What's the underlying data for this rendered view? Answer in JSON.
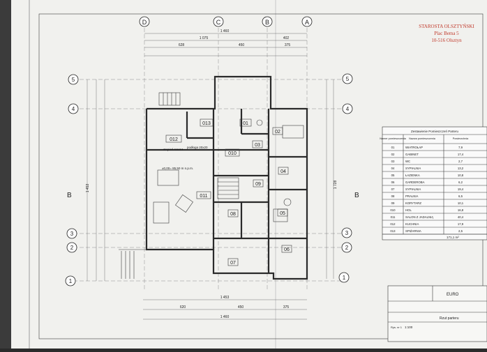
{
  "stamp": {
    "line1": "STAROSTA OLSZTYŃSKI",
    "line2": "Plac Bema 5",
    "line3": "10-516 Olsztyn"
  },
  "grid_axes": {
    "top": [
      "D",
      "C",
      "B",
      "A"
    ],
    "left": [
      "5",
      "4",
      "3",
      "2",
      "1"
    ],
    "right": [
      "5",
      "4",
      "3",
      "2",
      "1"
    ]
  },
  "section_marks": [
    "B",
    "B"
  ],
  "dimensions": {
    "top_total": "1 460",
    "top_parts": [
      "1 075",
      "402"
    ],
    "top_sub": [
      "628",
      "450",
      "375"
    ],
    "bottom_total": "1 460",
    "bottom_parts": [
      "1 453"
    ],
    "bottom_sub": [
      "620",
      "450",
      "375"
    ],
    "left_total": "1 453",
    "right_total": "1 728"
  },
  "rooms": [
    {
      "code": "012"
    },
    {
      "code": "013"
    },
    {
      "code": "010"
    },
    {
      "code": "011"
    },
    {
      "code": "01"
    },
    {
      "code": "02"
    },
    {
      "code": "03"
    },
    {
      "code": "04"
    },
    {
      "code": "05"
    },
    {
      "code": "06"
    },
    {
      "code": "07"
    },
    {
      "code": "08"
    },
    {
      "code": "09"
    }
  ],
  "floor_notes": {
    "stairs": "stopień 14x14",
    "level": "±0,00= 85,50 m n.p.m.",
    "floor": "podłoga 20x20"
  },
  "room_table": {
    "title": "Zestawienie Pomieszczeń Parteru",
    "headers": [
      "Numer pomieszczenia",
      "Nazwa pomieszczenia",
      "Powierzchnia"
    ],
    "rows": [
      [
        "01",
        "WIATROŁAP",
        "7,9"
      ],
      [
        "02",
        "GABINET",
        "17,4"
      ],
      [
        "03",
        "WC",
        "2,7"
      ],
      [
        "04",
        "SYPIALNIA",
        "13,2"
      ],
      [
        "05",
        "ŁAZIENKA",
        "10,8"
      ],
      [
        "06",
        "GARDEROBA",
        "6,2"
      ],
      [
        "07",
        "SYPIALNIA",
        "19,4"
      ],
      [
        "08",
        "PRALNIA",
        "6,5"
      ],
      [
        "09",
        "KORYTARZ",
        "10,1"
      ],
      [
        "010",
        "HOL",
        "16,8"
      ],
      [
        "011",
        "SALON Z JADALNIĄ",
        "40,4"
      ],
      [
        "012",
        "KUCHNIA",
        "17,9"
      ],
      [
        "013",
        "SPIŻARNIA",
        "2,5"
      ]
    ],
    "total": "171,1 m²"
  },
  "title_block": {
    "company": "EURO",
    "sheet_label": "Rzut parteru",
    "scale": "1:100",
    "sheet_no": "Rys. nr 1"
  }
}
